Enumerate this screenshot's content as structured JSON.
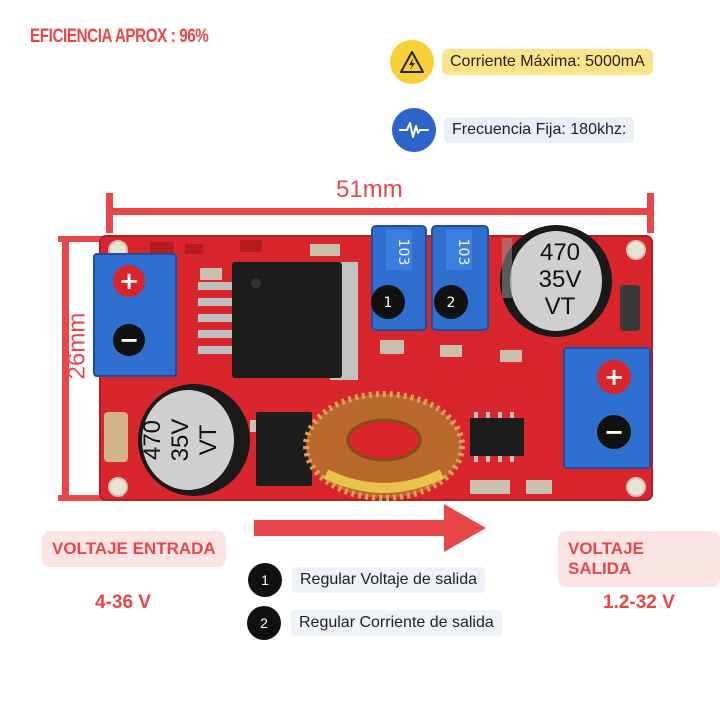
{
  "efficiency": "EFICIENCIA APROX : 96%",
  "specs": {
    "current": {
      "label": "Corriente Máxima: 5000mA",
      "icon": "warning-bolt-icon"
    },
    "frequency": {
      "label": "Frecuencia Fija: 180khz:",
      "icon": "waveform-icon"
    }
  },
  "dimensions": {
    "width": "51mm",
    "height": "26mm"
  },
  "board": {
    "left_cap": {
      "line1": "470",
      "line2": "35V",
      "line3": "VT"
    },
    "right_cap": {
      "line1": "470",
      "line2": "35V",
      "line3": "VT"
    },
    "pot1": "103",
    "pot2": "103",
    "pot_marker_1": "1",
    "pot_marker_2": "2",
    "plus": "+",
    "minus": "−"
  },
  "input": {
    "title": "VOLTAJE ENTRADA",
    "range": "4-36 V"
  },
  "output": {
    "title": "VOLTAJE SALIDA",
    "range": "1.2-32 V"
  },
  "legend": [
    {
      "num": "1",
      "text": "Regular Voltaje de salida"
    },
    {
      "num": "2",
      "text": "Regular Corriente de salida"
    }
  ],
  "colors": {
    "accent": "#e8474a",
    "board": "#d8262c",
    "terminal": "#2f6fd0",
    "warning": "#f7cf39",
    "wave": "#2c64c9"
  }
}
